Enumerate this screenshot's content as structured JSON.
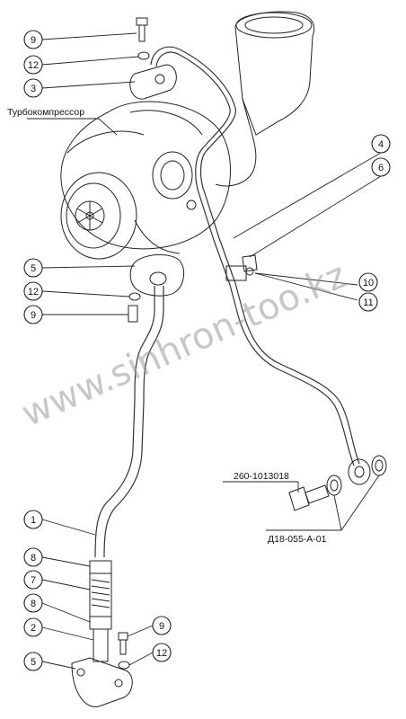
{
  "watermark": "www.sinhron-too.kz",
  "component_labels": {
    "turbocharger": "Турбокомпрессор",
    "bolt_code": "260-1013018",
    "washer_code": "Д18-055-А-01"
  },
  "callouts": [
    {
      "id": "c9a",
      "label": "9"
    },
    {
      "id": "c12a",
      "label": "12"
    },
    {
      "id": "c3",
      "label": "3"
    },
    {
      "id": "c4",
      "label": "4"
    },
    {
      "id": "c6",
      "label": "6"
    },
    {
      "id": "c5a",
      "label": "5"
    },
    {
      "id": "c12b",
      "label": "12"
    },
    {
      "id": "c9b",
      "label": "9"
    },
    {
      "id": "c10",
      "label": "10"
    },
    {
      "id": "c11",
      "label": "11"
    },
    {
      "id": "c1",
      "label": "1"
    },
    {
      "id": "c8a",
      "label": "8"
    },
    {
      "id": "c7",
      "label": "7"
    },
    {
      "id": "c8b",
      "label": "8"
    },
    {
      "id": "c2",
      "label": "2"
    },
    {
      "id": "c9c",
      "label": "9"
    },
    {
      "id": "c12c",
      "label": "12"
    },
    {
      "id": "c5b",
      "label": "5"
    }
  ]
}
